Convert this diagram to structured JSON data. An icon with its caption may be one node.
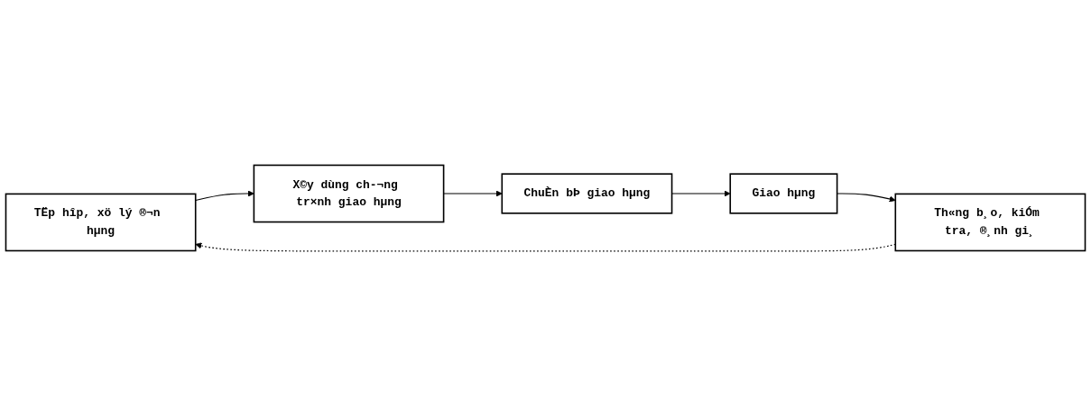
{
  "diagram": {
    "nodes": [
      {
        "text": [
          "TËp hîp, xö lý ®¬n hµng"
        ]
      },
      {
        "text": [
          "X©y dùng ch-¬ng tr×nh giao hµng"
        ]
      },
      {
        "text": [
          "ChuÈn bÞ giao hµng"
        ]
      },
      {
        "text": [
          "Th«ng b¸o, kiÓm tra, ®¸nh gi¸"
        ]
      },
      {
        "text": [
          "Giao hµng"
        ]
      }
    ],
    "edges": [
      {
        "from": 0,
        "to": 1,
        "arrow": "to"
      },
      {
        "from": 1,
        "to": 2,
        "arrow": "to"
      },
      {
        "from": 2,
        "to": 4,
        "arrow": "to"
      },
      {
        "from": 4,
        "to": 3,
        "arrow": "to"
      },
      {
        "from": 3,
        "to": 0,
        "arrow": "to",
        "style": "dashed"
      }
    ]
  }
}
